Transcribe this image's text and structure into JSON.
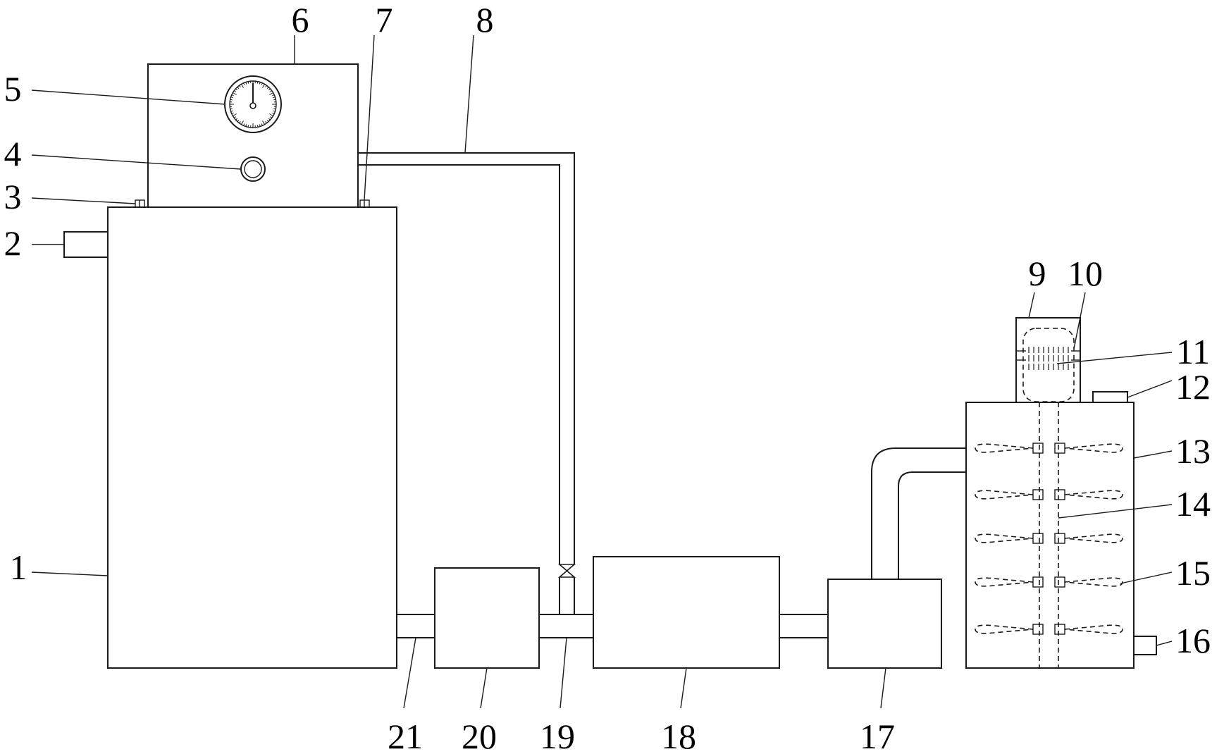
{
  "labels": {
    "l1": "1",
    "l2": "2",
    "l3": "3",
    "l4": "4",
    "l5": "5",
    "l6": "6",
    "l7": "7",
    "l8": "8",
    "l9": "9",
    "l10": "10",
    "l11": "11",
    "l12": "12",
    "l13": "13",
    "l14": "14",
    "l15": "15",
    "l16": "16",
    "l17": "17",
    "l18": "18",
    "l19": "19",
    "l20": "20",
    "l21": "21"
  },
  "colors": {
    "line": "#1a1a1a",
    "background": "#ffffff"
  }
}
